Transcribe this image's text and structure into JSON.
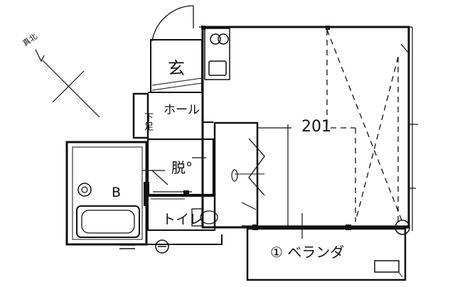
{
  "labels": {
    "genkan": "玄",
    "hall": "ホール",
    "room": "201",
    "datsui": "脱°",
    "bath": "B",
    "toilet": "トイレ",
    "shoe_closet": "下足",
    "balcony": "① ベランダ",
    "north": "真北"
  },
  "colors": {
    "line": "#111111",
    "background": "#ffffff",
    "hatch": "#999999"
  }
}
